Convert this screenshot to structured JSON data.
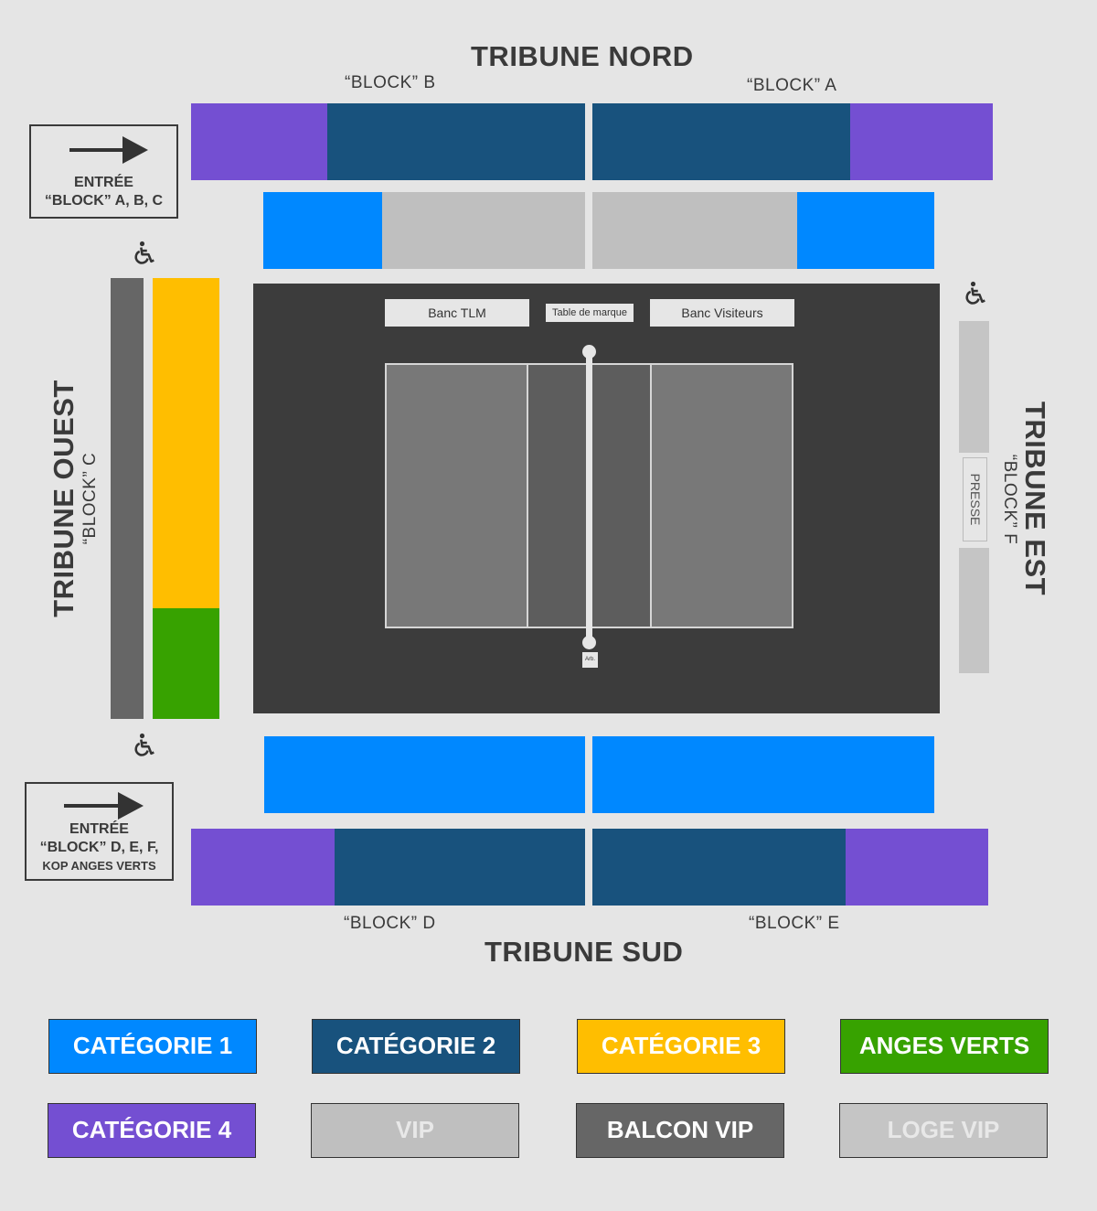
{
  "tribunes": {
    "nord": "TRIBUNE NORD",
    "sud": "TRIBUNE SUD",
    "ouest": "TRIBUNE OUEST",
    "est": "TRIBUNE EST"
  },
  "blocks": {
    "a": "“BLOCK” A",
    "b": "“BLOCK” B",
    "c": "“BLOCK” C",
    "d": "“BLOCK” D",
    "e": "“BLOCK” E",
    "f": "“BLOCK” F"
  },
  "entrances": {
    "top": {
      "line1": "ENTRÉE",
      "line2": "“BLOCK” A, B, C"
    },
    "bottom": {
      "line1": "ENTRÉE",
      "line2": "“BLOCK” D, E, F,",
      "line3": "KOP ANGES VERTS"
    }
  },
  "court": {
    "bench_home": "Banc TLM",
    "scorer_table": "Table de marque",
    "bench_away": "Banc Visiteurs",
    "referee": "Arb.",
    "press": "PRESSE"
  },
  "icons": {
    "wheelchair": "wheelchair-icon",
    "arrow": "arrow-right-icon"
  },
  "colors": {
    "categorie_1": "#0088ff",
    "categorie_2": "#18527d",
    "categorie_3": "#ffbe00",
    "anges_verts": "#37a200",
    "categorie_4": "#744fd2",
    "vip": "#bfbfbf",
    "balcon_vip": "#666666",
    "loge_vip": "#c5c5c5",
    "floor": "#3c3c3c"
  },
  "legend": [
    {
      "label": "CATÉGORIE 1",
      "bg": "#0088ff",
      "fg": "#ffffff"
    },
    {
      "label": "CATÉGORIE 2",
      "bg": "#18527d",
      "fg": "#ffffff"
    },
    {
      "label": "CATÉGORIE 3",
      "bg": "#ffbe00",
      "fg": "#ffffff"
    },
    {
      "label": "ANGES VERTS",
      "bg": "#37a200",
      "fg": "#ffffff"
    },
    {
      "label": "CATÉGORIE 4",
      "bg": "#744fd2",
      "fg": "#ffffff"
    },
    {
      "label": "VIP",
      "bg": "#bfbfbf",
      "fg": "#e8e8e8"
    },
    {
      "label": "BALCON VIP",
      "bg": "#666666",
      "fg": "#ffffff"
    },
    {
      "label": "LOGE VIP",
      "bg": "#c5c5c5",
      "fg": "#e8e8e8"
    }
  ]
}
